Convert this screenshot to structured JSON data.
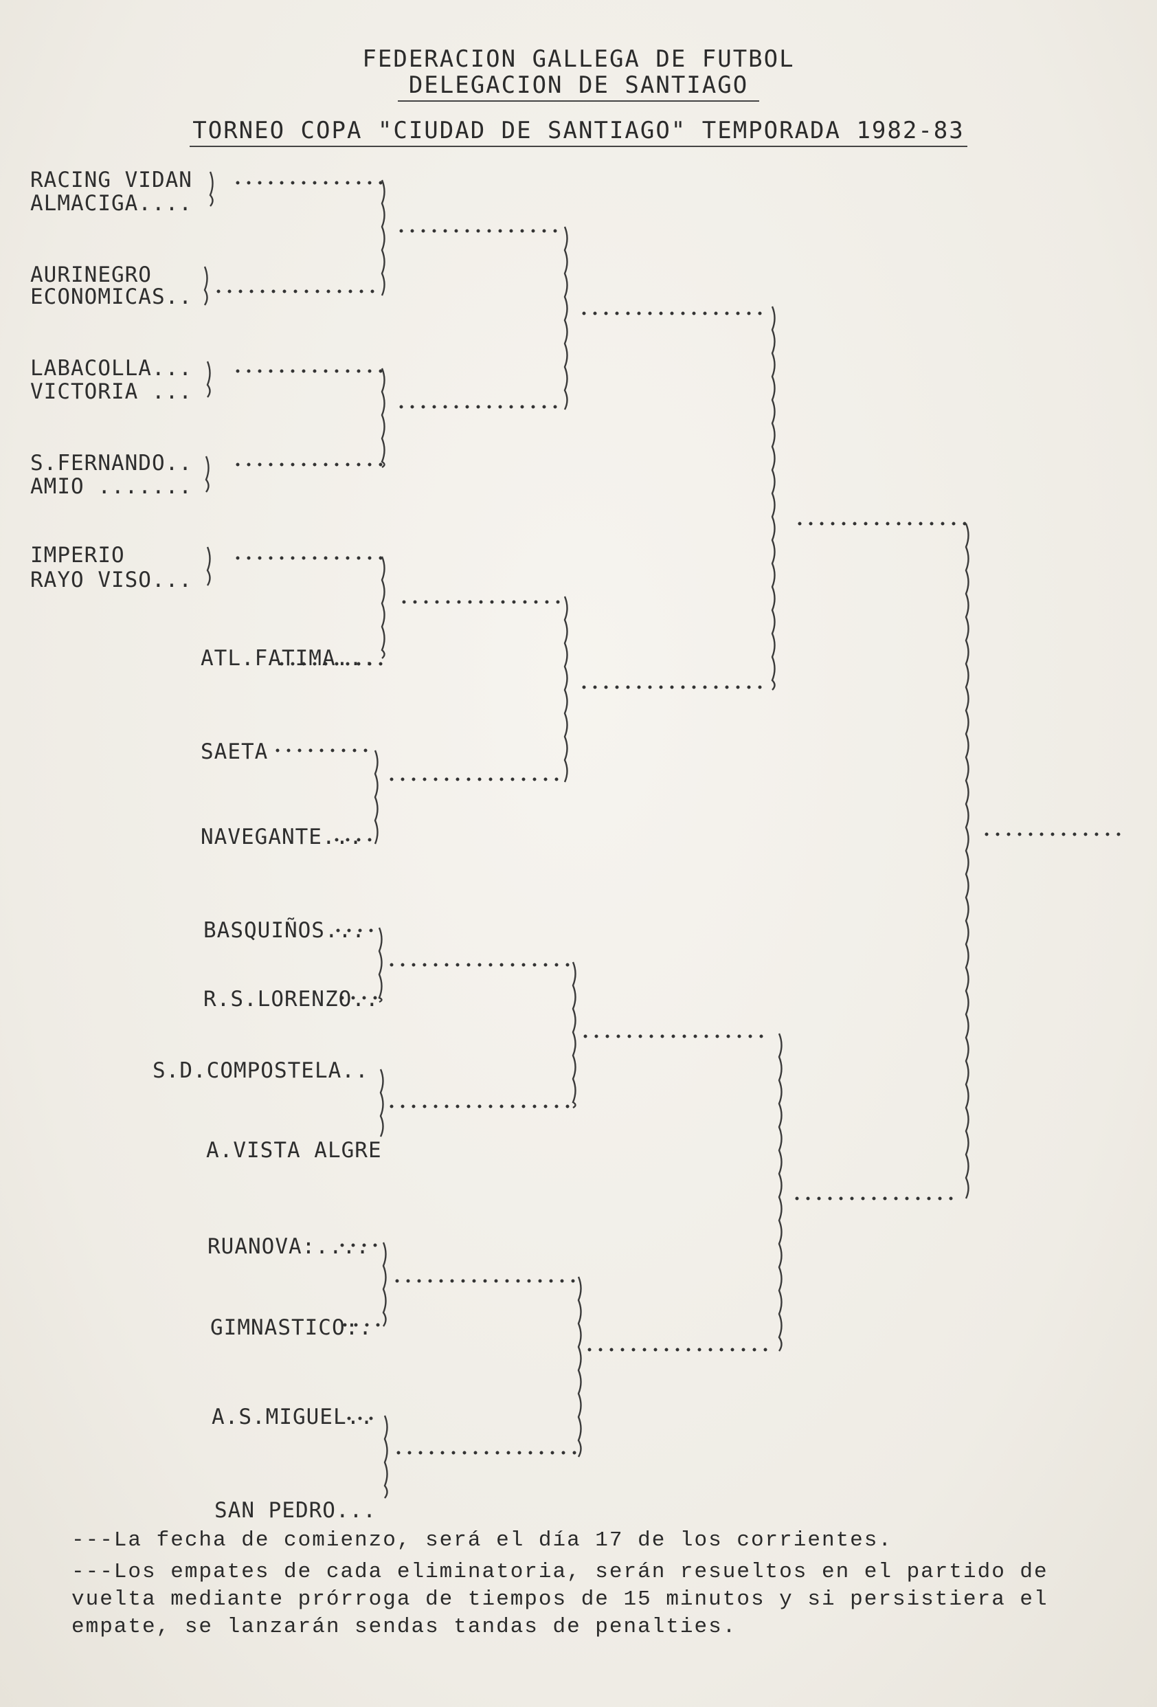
{
  "header": {
    "federation": "FEDERACION GALLEGA DE FUTBOL",
    "delegation": "DELEGACION DE SANTIAGO",
    "tournament": "TORNEO COPA \"CIUDAD DE SANTIAGO\" TEMPORADA 1982-83"
  },
  "teams": [
    {
      "name": "RACING VIDAN"
    },
    {
      "name": "ALMACIGA...."
    },
    {
      "name": "AURINEGRO"
    },
    {
      "name": "ECONOMICAS.."
    },
    {
      "name": "LABACOLLA..."
    },
    {
      "name": "VICTORIA ..."
    },
    {
      "name": "S.FERNANDO.."
    },
    {
      "name": "AMIO ......."
    },
    {
      "name": "IMPERIO"
    },
    {
      "name": "RAYO VISO..."
    },
    {
      "name": "ATL.FATIMA..."
    },
    {
      "name": "SAETA"
    },
    {
      "name": "NAVEGANTE..."
    },
    {
      "name": "BASQUIÑOS..."
    },
    {
      "name": "R.S.LORENZO.."
    },
    {
      "name": "S.D.COMPOSTELA.."
    },
    {
      "name": "A.VISTA ALGRE"
    },
    {
      "name": "RUANOVA:...."
    },
    {
      "name": "GIMNASTICO:."
    },
    {
      "name": "A.S.MIGUEL.."
    },
    {
      "name": "SAN PEDRO..."
    }
  ],
  "notes": [
    "---La fecha de comienzo, será el día 17 de los corrientes.",
    "---Los empates de cada eliminatoria, serán resueltos en el partido de vuelta mediante prórroga de tiempos de 15 minutos y si persistiera el empate, se lanzarán sendas tandas de penalties."
  ]
}
